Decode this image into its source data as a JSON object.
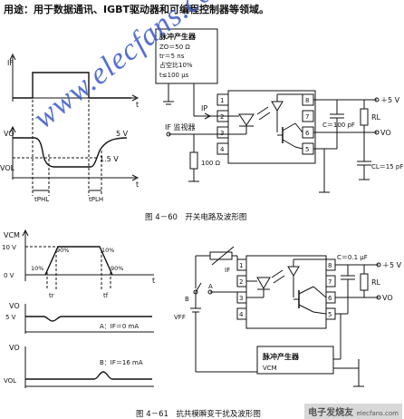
{
  "intro_text": "用途：用于数据通讯、IGBT驱动器和可编程控制器等领域。",
  "fig60": {
    "caption": "图 4－60　开关电路及波形图",
    "wave": {
      "iF_label": "IF",
      "t_label": "t",
      "vo_label": "VO",
      "five_v": "5 V",
      "one_five_v": "1.5 V",
      "vol_label": "VOL",
      "tphl_label": "tPHL",
      "tplh_label": "tPLH"
    },
    "circuit": {
      "pulse_box": {
        "title": "脉冲产生器",
        "lines": [
          "ZO＝50 Ω",
          "tr＝5 ns",
          "占空比10%",
          "t≤100 μs"
        ]
      },
      "ip_label": "IP",
      "if_monitor": "IF 监视器",
      "r_monitor": "100 Ω",
      "c_label": "C＝100 pF",
      "rl_label": "RL",
      "cl_label": "CL＝15 pF",
      "vplus": "＋5 V",
      "vo_out": "VO",
      "pins": [
        "1",
        "2",
        "3",
        "4",
        "8",
        "7",
        "6",
        "5"
      ]
    }
  },
  "fig61": {
    "caption": "图 4－61　抗共模瞬变干扰及波形图",
    "wave": {
      "vcm_label": "VCM",
      "ten_v": "10 V",
      "zero_v": "0 V",
      "pct90a": "90%",
      "pct10a": "10%",
      "pct10b": "10%",
      "pct90b": "90%",
      "tr_label": "tr",
      "tf_label": "tf",
      "t_label": "t",
      "vo_label1": "VO",
      "five_v": "5 V",
      "case_a": "A：IF＝0 mA",
      "vo_label2": "VO",
      "vol_label": "VOL",
      "case_b": "B：IF＝16 mA"
    },
    "circuit": {
      "b_label": "B",
      "a_label": "A",
      "vff_label": "VFF",
      "if_label": "IF",
      "c_label": "C＝0.1 μF",
      "rl_label": "RL",
      "vplus": "＋5 V",
      "vo_out": "VO",
      "pulse_box_title": "脉冲产生器",
      "vcm_label": "VCM",
      "pins": [
        "1",
        "2",
        "3",
        "4",
        "8",
        "7",
        "6",
        "5"
      ]
    }
  },
  "watermark": "www.elecfans.com",
  "corner_logo": "电子发烧友",
  "corner_logo_small": "elecfans.com"
}
